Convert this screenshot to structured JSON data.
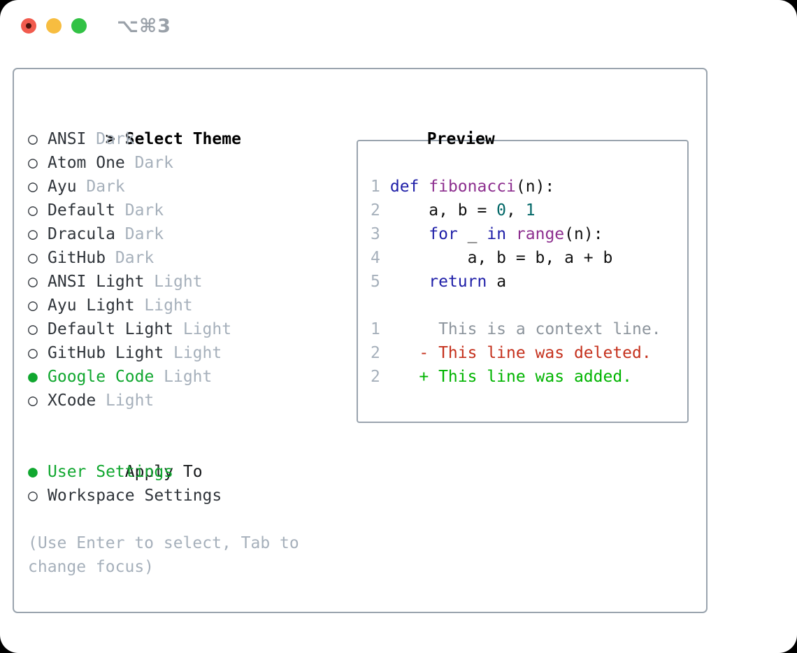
{
  "window": {
    "title": "⌥⌘3"
  },
  "icons": {
    "selected": "●",
    "unselected": "○",
    "prompt": ">"
  },
  "colors": {
    "selection_green": "#10a72f",
    "added_green": "#00b400",
    "deleted_red": "#c5311d",
    "keyword_blue": "#1f1fa8",
    "function_purple": "#8d2f8f",
    "literal_teal": "#006666",
    "muted_gray": "#a6b0bb",
    "context_gray": "#8d959d",
    "border_gray": "#9aa4ae",
    "traffic_red": "#f15b4e",
    "traffic_yellow": "#f7bd40",
    "traffic_green": "#32c245"
  },
  "theme_list": {
    "title": "Select Theme",
    "items": [
      {
        "name": "ANSI",
        "variant": "Dark",
        "selected": false
      },
      {
        "name": "Atom One",
        "variant": "Dark",
        "selected": false
      },
      {
        "name": "Ayu",
        "variant": "Dark",
        "selected": false
      },
      {
        "name": "Default",
        "variant": "Dark",
        "selected": false
      },
      {
        "name": "Dracula",
        "variant": "Dark",
        "selected": false
      },
      {
        "name": "GitHub",
        "variant": "Dark",
        "selected": false
      },
      {
        "name": "ANSI Light",
        "variant": "Light",
        "selected": false
      },
      {
        "name": "Ayu Light",
        "variant": "Light",
        "selected": false
      },
      {
        "name": "Default Light",
        "variant": "Light",
        "selected": false
      },
      {
        "name": "GitHub Light",
        "variant": "Light",
        "selected": false
      },
      {
        "name": "Google Code",
        "variant": "Light",
        "selected": true
      },
      {
        "name": "XCode",
        "variant": "Light",
        "selected": false
      }
    ]
  },
  "apply_to": {
    "title": "Apply To",
    "items": [
      {
        "label": "User Settings",
        "selected": true
      },
      {
        "label": "Workspace Settings",
        "selected": false
      }
    ]
  },
  "help": {
    "lines": [
      "(Use Enter to select, Tab to",
      "change focus)"
    ]
  },
  "preview": {
    "title": "Preview",
    "code_lines": [
      {
        "number": "1",
        "tokens": [
          {
            "t": " ",
            "c": "plain"
          },
          {
            "t": "def",
            "c": "keyword"
          },
          {
            "t": " ",
            "c": "plain"
          },
          {
            "t": "fibonacci",
            "c": "type"
          },
          {
            "t": "(n):",
            "c": "plain"
          }
        ]
      },
      {
        "number": "2",
        "tokens": [
          {
            "t": "     a, b = ",
            "c": "plain"
          },
          {
            "t": "0",
            "c": "literal"
          },
          {
            "t": ", ",
            "c": "plain"
          },
          {
            "t": "1",
            "c": "literal"
          }
        ]
      },
      {
        "number": "3",
        "tokens": [
          {
            "t": "     ",
            "c": "plain"
          },
          {
            "t": "for",
            "c": "keyword"
          },
          {
            "t": " _ ",
            "c": "plain"
          },
          {
            "t": "in",
            "c": "keyword"
          },
          {
            "t": " ",
            "c": "plain"
          },
          {
            "t": "range",
            "c": "type"
          },
          {
            "t": "(n):",
            "c": "plain"
          }
        ]
      },
      {
        "number": "4",
        "tokens": [
          {
            "t": "         a, b = b, a + b",
            "c": "plain"
          }
        ]
      },
      {
        "number": "5",
        "tokens": [
          {
            "t": "     ",
            "c": "plain"
          },
          {
            "t": "return",
            "c": "keyword"
          },
          {
            "t": " a",
            "c": "plain"
          }
        ]
      },
      {
        "number": "",
        "tokens": []
      },
      {
        "number": "1",
        "tokens": [
          {
            "t": "      This is a context line.",
            "c": "context"
          }
        ]
      },
      {
        "number": "2",
        "tokens": [
          {
            "t": "    - This line was deleted.",
            "c": "deleted"
          }
        ]
      },
      {
        "number": "2",
        "tokens": [
          {
            "t": "    + This line was added.",
            "c": "added"
          }
        ]
      }
    ]
  }
}
